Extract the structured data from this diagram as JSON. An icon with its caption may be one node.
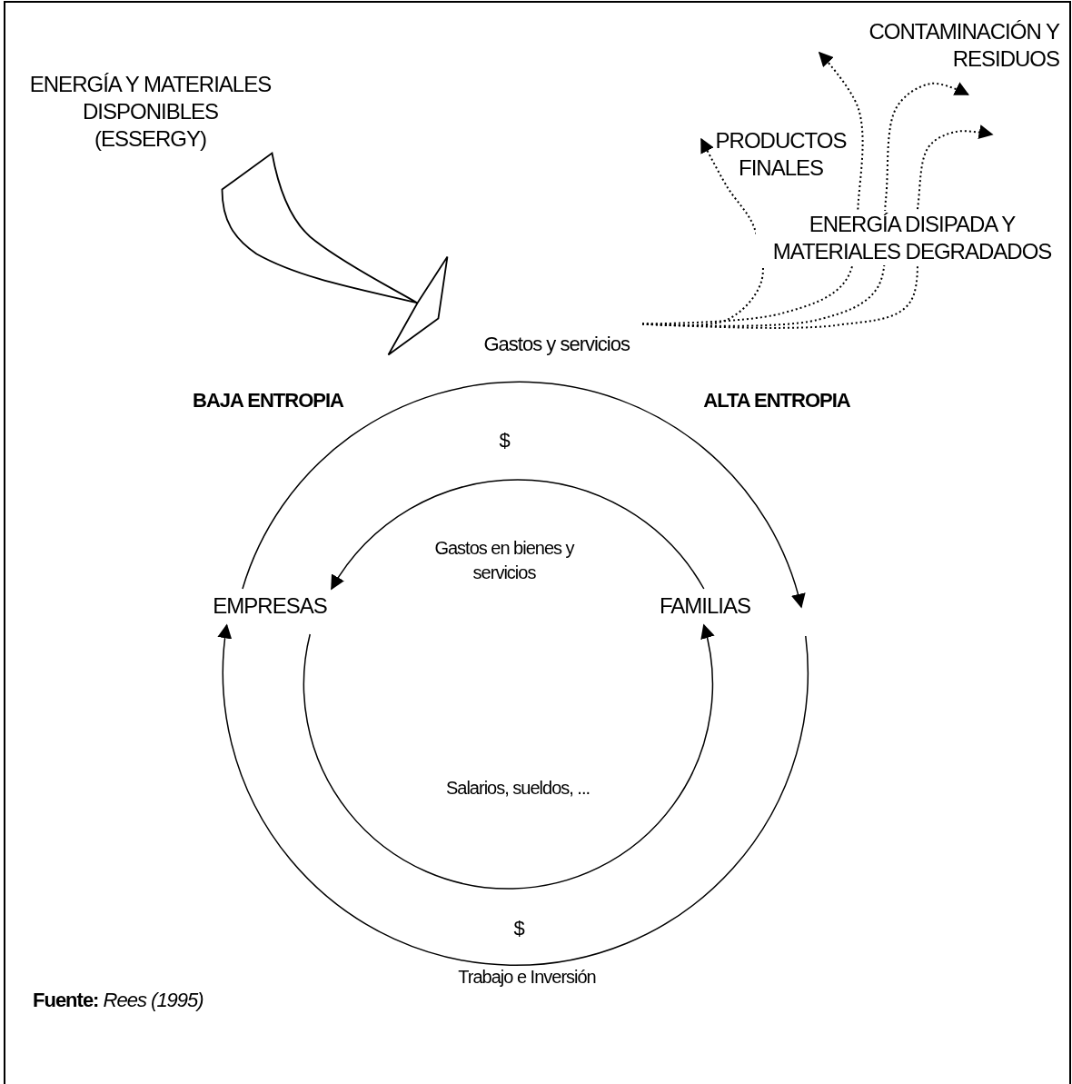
{
  "diagram": {
    "nodes": [
      {
        "text": [
          "ENERGÍA Y MATERIALES DISPONIBLES (ESSERGY)"
        ]
      },
      {
        "text": [
          "Gastos y servicios"
        ]
      },
      {
        "text": [
          "PRODUCTOS FINALES"
        ]
      },
      {
        "text": [
          "CONTAMINACIÓN Y RESIDUOS"
        ]
      },
      {
        "text": [
          "EMPRESAS"
        ]
      },
      {
        "text": [
          "FAMILIAS"
        ]
      }
    ],
    "edges": [
      {
        "from": 0,
        "to": 1,
        "arrow": "to",
        "style": "thick"
      },
      {
        "from": 1,
        "to": 2,
        "arrow": "to",
        "style": "dashed"
      },
      {
        "from": 1,
        "to": null,
        "arrow": "to",
        "style": "dashed"
      },
      {
        "from": 1,
        "to": 3,
        "arrow": "to",
        "style": "dashed"
      },
      {
        "from": 1,
        "to": null,
        "arrow": "to",
        "style": "dashed"
      },
      {
        "from": 4,
        "to": 5,
        "arrow": "to"
      },
      {
        "from": 5,
        "to": 4,
        "arrow": "to",
        "label": "Gastos en bienes y servicios"
      },
      {
        "from": 4,
        "to": 5,
        "arrow": "to"
      },
      {
        "from": 5,
        "to": 4,
        "arrow": "to",
        "label": "Trabajo e Inversión"
      }
    ],
    "labels": [
      "ENERGÍA DISIPADA Y MATERIALES DEGRADADOS",
      "BAJA ENTROPIA",
      "ALTA ENTROPIA",
      "$",
      "Salarios, sueldos, ...",
      "$",
      "**Fuente:** *Rees (1995)*"
    ]
  }
}
